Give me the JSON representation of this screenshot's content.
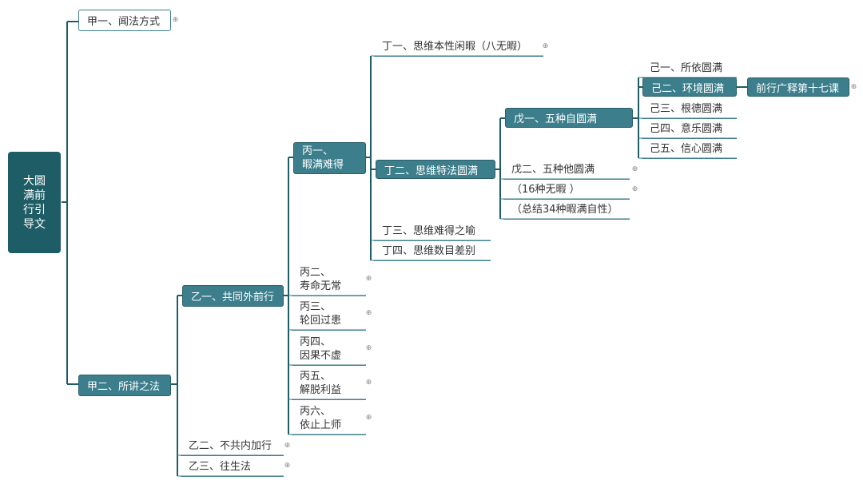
{
  "root": {
    "lines": [
      "大圆",
      "满前",
      "行引",
      "导文"
    ]
  },
  "nodes": {
    "jia1": "甲一、闻法方式",
    "jia2": "甲二、所讲之法",
    "yi1": "乙一、共同外前行",
    "yi2": "乙二、不共内加行",
    "yi3": "乙三、往生法",
    "bing1": [
      "丙一、",
      "暇满难得"
    ],
    "bing2": [
      "丙二、",
      "寿命无常"
    ],
    "bing3": [
      "丙三、",
      "轮回过患"
    ],
    "bing4": [
      "丙四、",
      "因果不虚"
    ],
    "bing5": [
      "丙五、",
      "解脱利益"
    ],
    "bing6": [
      "丙六、",
      "依止上师"
    ],
    "ding1": "丁一、思维本性闲暇（八无暇）",
    "ding2": "丁二、思维特法圆满",
    "ding3": "丁三、思维难得之喻",
    "ding4": "丁四、思维数目差别",
    "wu1": "戊一、五种自圆满",
    "wu2": "戊二、五种他圆满",
    "note16": "（16种无暇 ）",
    "note34": "（总结34种暇满自性）",
    "ji1": "己一、所依圆满",
    "ji2": "己二、环境圆满",
    "ji3": "己三、根德圆满",
    "ji4": "己四、意乐圆满",
    "ji5": "己五、信心圆满",
    "lesson": "前行广释第十七课"
  },
  "icons": {
    "expand": "expand-icon"
  },
  "colors": {
    "line": "#1e5d66",
    "box": "#3d7e8c",
    "root": "#1e5d66"
  }
}
